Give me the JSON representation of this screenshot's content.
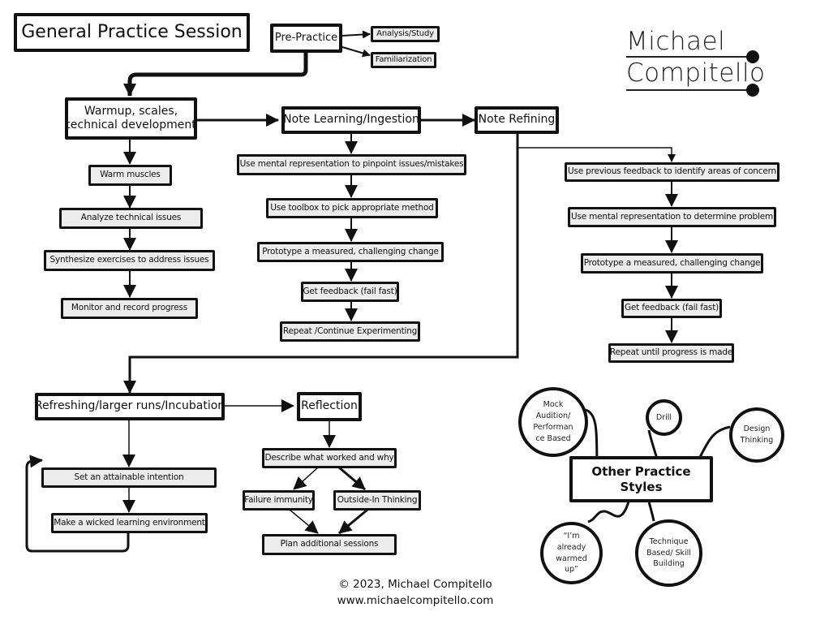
{
  "title": "General Practice Session",
  "logo": {
    "line1": "Michael",
    "line2": "Compitello"
  },
  "pre_practice": {
    "label": "Pre-Practice",
    "children": [
      "Analysis/Study",
      "Familiarization"
    ]
  },
  "warmup": {
    "label_line1": "Warmup, scales,",
    "label_line2": "technical development",
    "steps": [
      "Warm muscles",
      "Analyze technical issues",
      "Synthesize exercises to address issues",
      "Monitor and record progress"
    ]
  },
  "note_learning": {
    "label": "Note Learning/Ingestion",
    "steps": [
      "Use mental representation to pinpoint issues/mistakes",
      "Use toolbox to pick appropriate method",
      "Prototype a measured, challenging change",
      "Get feedback (fail fast)",
      "Repeat /Continue Experimenting"
    ]
  },
  "note_refining": {
    "label": "Note Refining",
    "steps": [
      "Use previous feedback to identify areas of concern",
      "Use mental representation to determine problem",
      "Prototype a measured, challenging change",
      "Get feedback (fail fast)",
      "Repeat until progress is made"
    ]
  },
  "refreshing": {
    "label": "Refreshing/larger runs/Incubation",
    "steps": [
      "Set an attainable intention",
      "Make a wicked learning environment"
    ]
  },
  "reflection": {
    "label": "Reflection",
    "describe": "Describe what worked and why",
    "branches": [
      "Failure immunity",
      "Outside-In Thinking"
    ],
    "plan": "Plan additional sessions"
  },
  "other_styles": {
    "label_line1": "Other Practice",
    "label_line2": "Styles",
    "styles": [
      "Mock\nAudition/\nPerforman\nce Based",
      "Drill",
      "Design\nThinking",
      "“I’m\nalready\nwarmed\nup”",
      "Technique\nBased/ Skill\nBuilding"
    ]
  },
  "footer": {
    "copyright": "© 2023, Michael Compitello",
    "website": "www.michaelcompitello.com"
  }
}
